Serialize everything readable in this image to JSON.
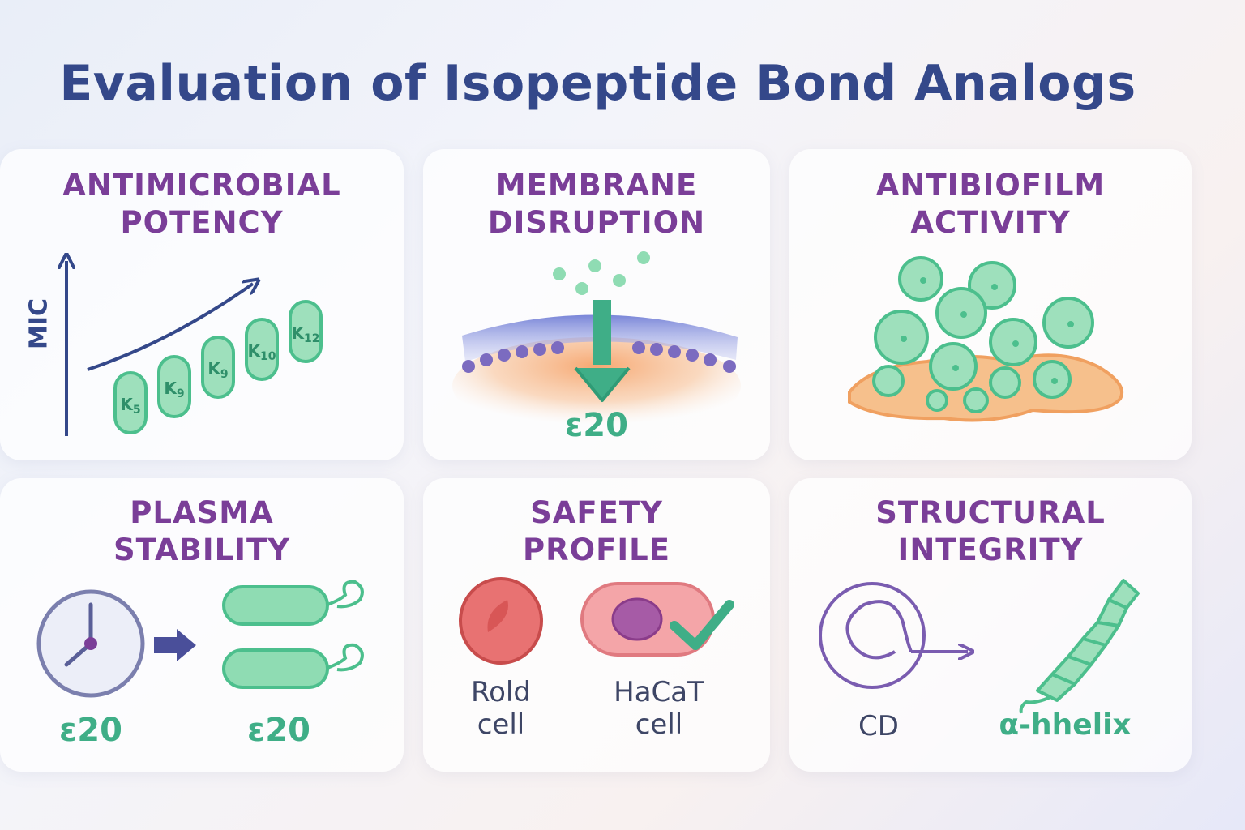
{
  "title": "Evaluation of Isopeptide Bond Analogs",
  "colors": {
    "title": "#34488a",
    "heading": "#7a3e98",
    "green": "#3fae87",
    "green_fill": "#8fdcb3",
    "navy": "#34488a",
    "orange": "#f2a064",
    "red": "#e06c6c"
  },
  "panels": {
    "antimicrobial": {
      "title_line1": "ANTIMICROBIAL",
      "title_line2": "POTENCY",
      "axis_label": "MIC",
      "peptides": [
        {
          "base": "K",
          "sub": "5"
        },
        {
          "base": "K",
          "sub": "9"
        },
        {
          "base": "K",
          "sub": "9"
        },
        {
          "base": "K",
          "sub": "10"
        },
        {
          "base": "K",
          "sub": "12"
        }
      ]
    },
    "membrane": {
      "title_line1": "MEMBRANE",
      "title_line2": "DISRUPTION",
      "label": "ε20"
    },
    "antibiofilm": {
      "title_line1": "ANTIBIOFILM",
      "title_line2": "ACTIVITY"
    },
    "plasma": {
      "title_line1": "PLASMA",
      "title_line2": "STABILITY",
      "label_left": "ε20",
      "label_right": "ε20",
      "icons": [
        "clock-icon",
        "arrow-right-icon",
        "bacteria-icon"
      ]
    },
    "safety": {
      "title_line1": "SAFETY",
      "title_line2": "PROFILE",
      "cell1_line1": "Rold",
      "cell1_line2": "cell",
      "cell2_line1": "HaCaT",
      "cell2_line2": "cell",
      "icons": [
        "red-blood-cell-icon",
        "hacat-cell-icon",
        "checkmark-icon"
      ]
    },
    "structural": {
      "title_line1": "STRUCTURAL",
      "title_line2": "INTEGRITY",
      "label_left": "CD",
      "label_right": "α-hhelix",
      "icons": [
        "circular-dichroism-icon",
        "arrow-right-icon",
        "alpha-helix-icon"
      ]
    }
  }
}
